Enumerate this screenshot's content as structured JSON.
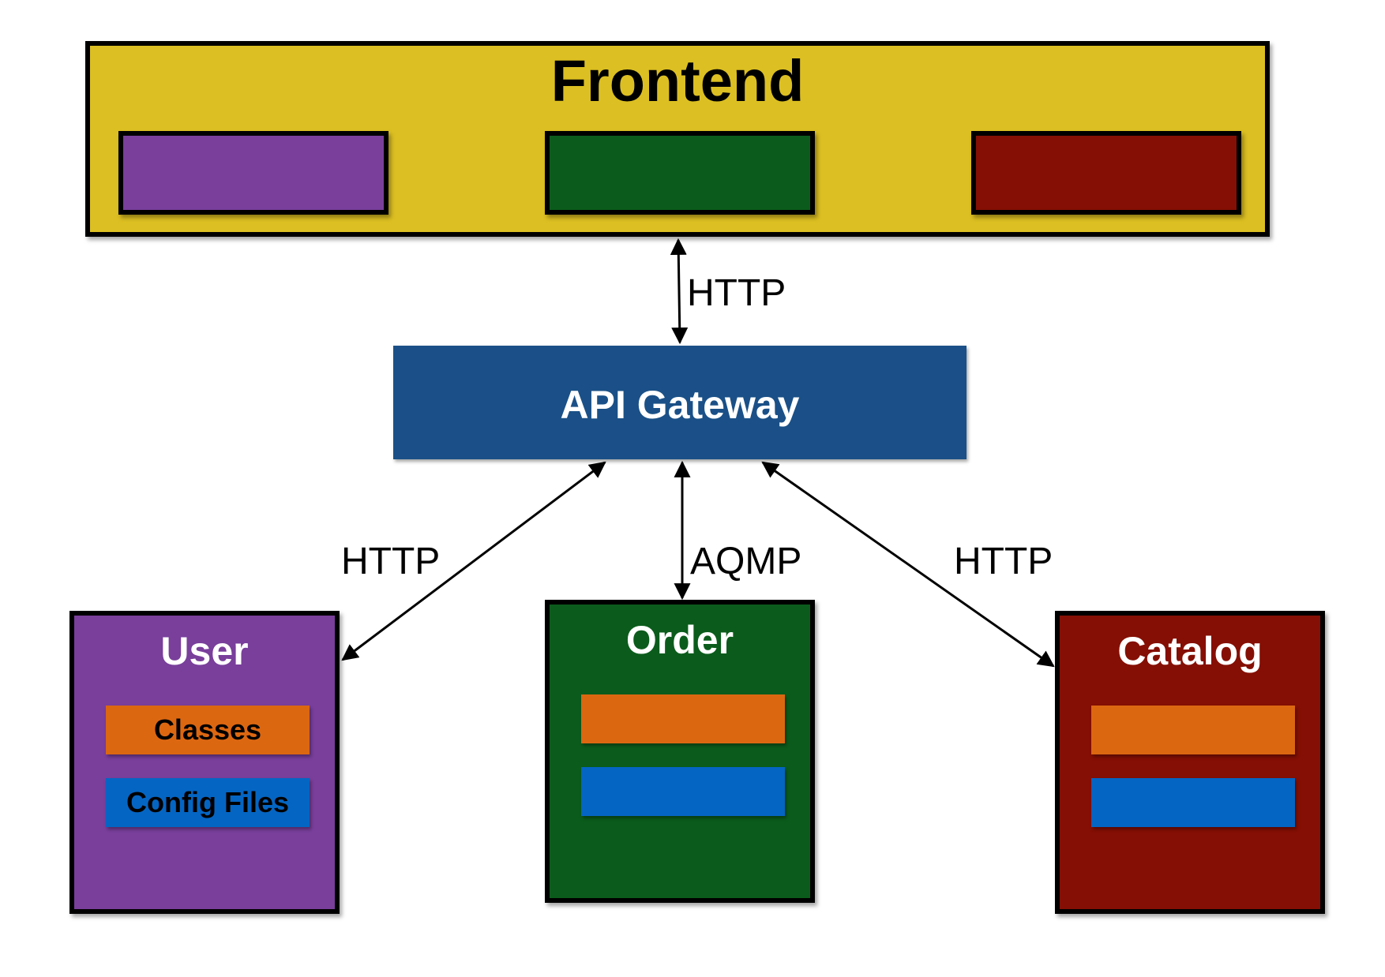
{
  "frontend": {
    "title": "Frontend",
    "color": "#dcbf22",
    "slots": [
      "#793f9b",
      "#0b5c1c",
      "#850f04"
    ]
  },
  "gateway": {
    "title": "API Gateway",
    "color": "#1a5087"
  },
  "services": [
    {
      "title": "User",
      "color": "#793f9b",
      "items": [
        "Classes",
        "Config Files"
      ]
    },
    {
      "title": "Order",
      "color": "#0b5c1c",
      "items": [
        "",
        ""
      ]
    },
    {
      "title": "Catalog",
      "color": "#850f04",
      "items": [
        "",
        ""
      ]
    }
  ],
  "item_colors": [
    "#dc6711",
    "#0565c3"
  ],
  "edges": {
    "frontend_gateway": "HTTP",
    "gateway_user": "HTTP",
    "gateway_order": "AQMP",
    "gateway_catalog": "HTTP"
  }
}
